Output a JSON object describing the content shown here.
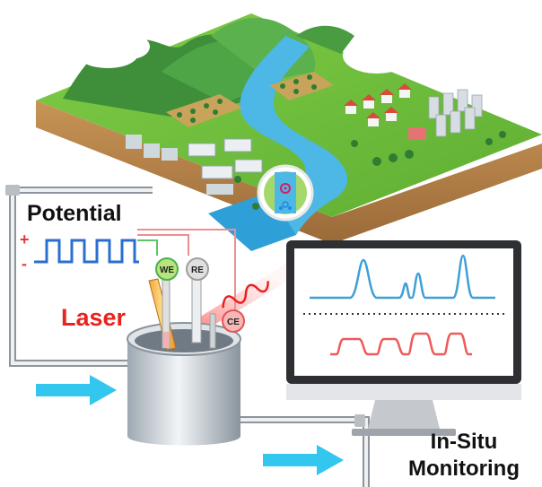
{
  "labels": {
    "potential": "Potential",
    "plus": "+",
    "minus": "-",
    "laser": "Laser",
    "we": "WE",
    "re": "RE",
    "ce": "CE",
    "monitoring_line1": "In-Situ",
    "monitoring_line2": "Monitoring"
  },
  "colors": {
    "land_top": "#6cbf3c",
    "soil": "#b8844a",
    "river": "#4db7e6",
    "pipe": "#a9adb3",
    "arrow": "#33c6ef",
    "square_wave": "#2a6fd0",
    "signal_top": "#3f9fd8",
    "signal_bottom": "#ee5a5a",
    "laser_label": "#e8231f",
    "laser_wave": "#e8231f"
  },
  "icons": [
    "sensor-window-icon",
    "flow-arrow-icon",
    "monitor-icon"
  ]
}
